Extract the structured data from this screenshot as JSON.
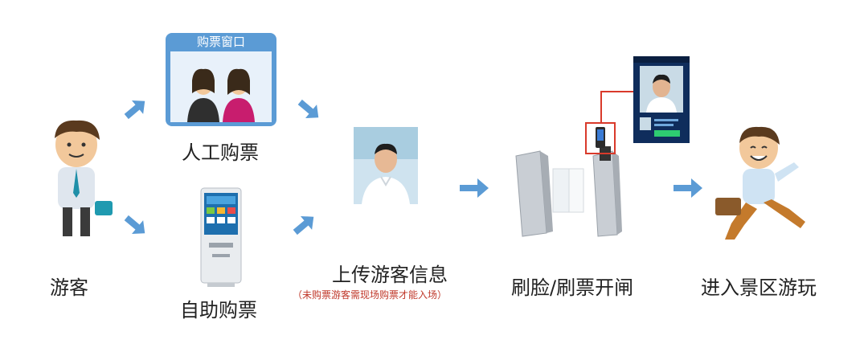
{
  "steps": {
    "visitor": "游客",
    "manual_ticket": "人工购票",
    "ticket_window_sign": "购票窗口",
    "self_ticket": "自助购票",
    "upload_info": "上传游客信息",
    "upload_note": "（未购票游客需现场购票才能入场）",
    "gate": "刷脸/刷票开闸",
    "enter": "进入景区游玩"
  },
  "colors": {
    "arrow": "#5b9bd5",
    "window_frame": "#5b9bd5",
    "note": "#c0392b",
    "callout": "#d93a2b",
    "screen_bg": "#0f2d5c"
  }
}
